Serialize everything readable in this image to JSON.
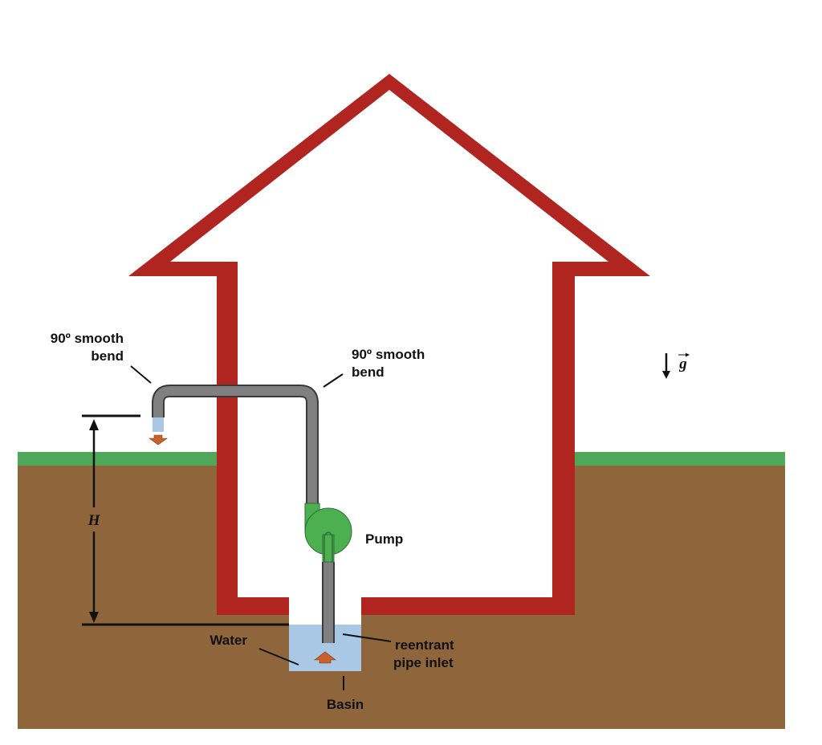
{
  "labels": {
    "bend_left_line1": "90º smooth",
    "bend_left_line2": "bend",
    "bend_right_line1": "90º smooth",
    "bend_right_line2": "bend",
    "pump": "Pump",
    "water": "Water",
    "inlet_line1": "reentrant",
    "inlet_line2": "pipe inlet",
    "basin": "Basin",
    "height": "H",
    "gravity": "g"
  },
  "colors": {
    "house_wall": "#b0251f",
    "ground": "#8f663c",
    "grass": "#4fa85a",
    "pipe": "#808080",
    "pump": "#4caf50",
    "water": "#a9c8e6",
    "flow_arrow": "#c8622a"
  }
}
